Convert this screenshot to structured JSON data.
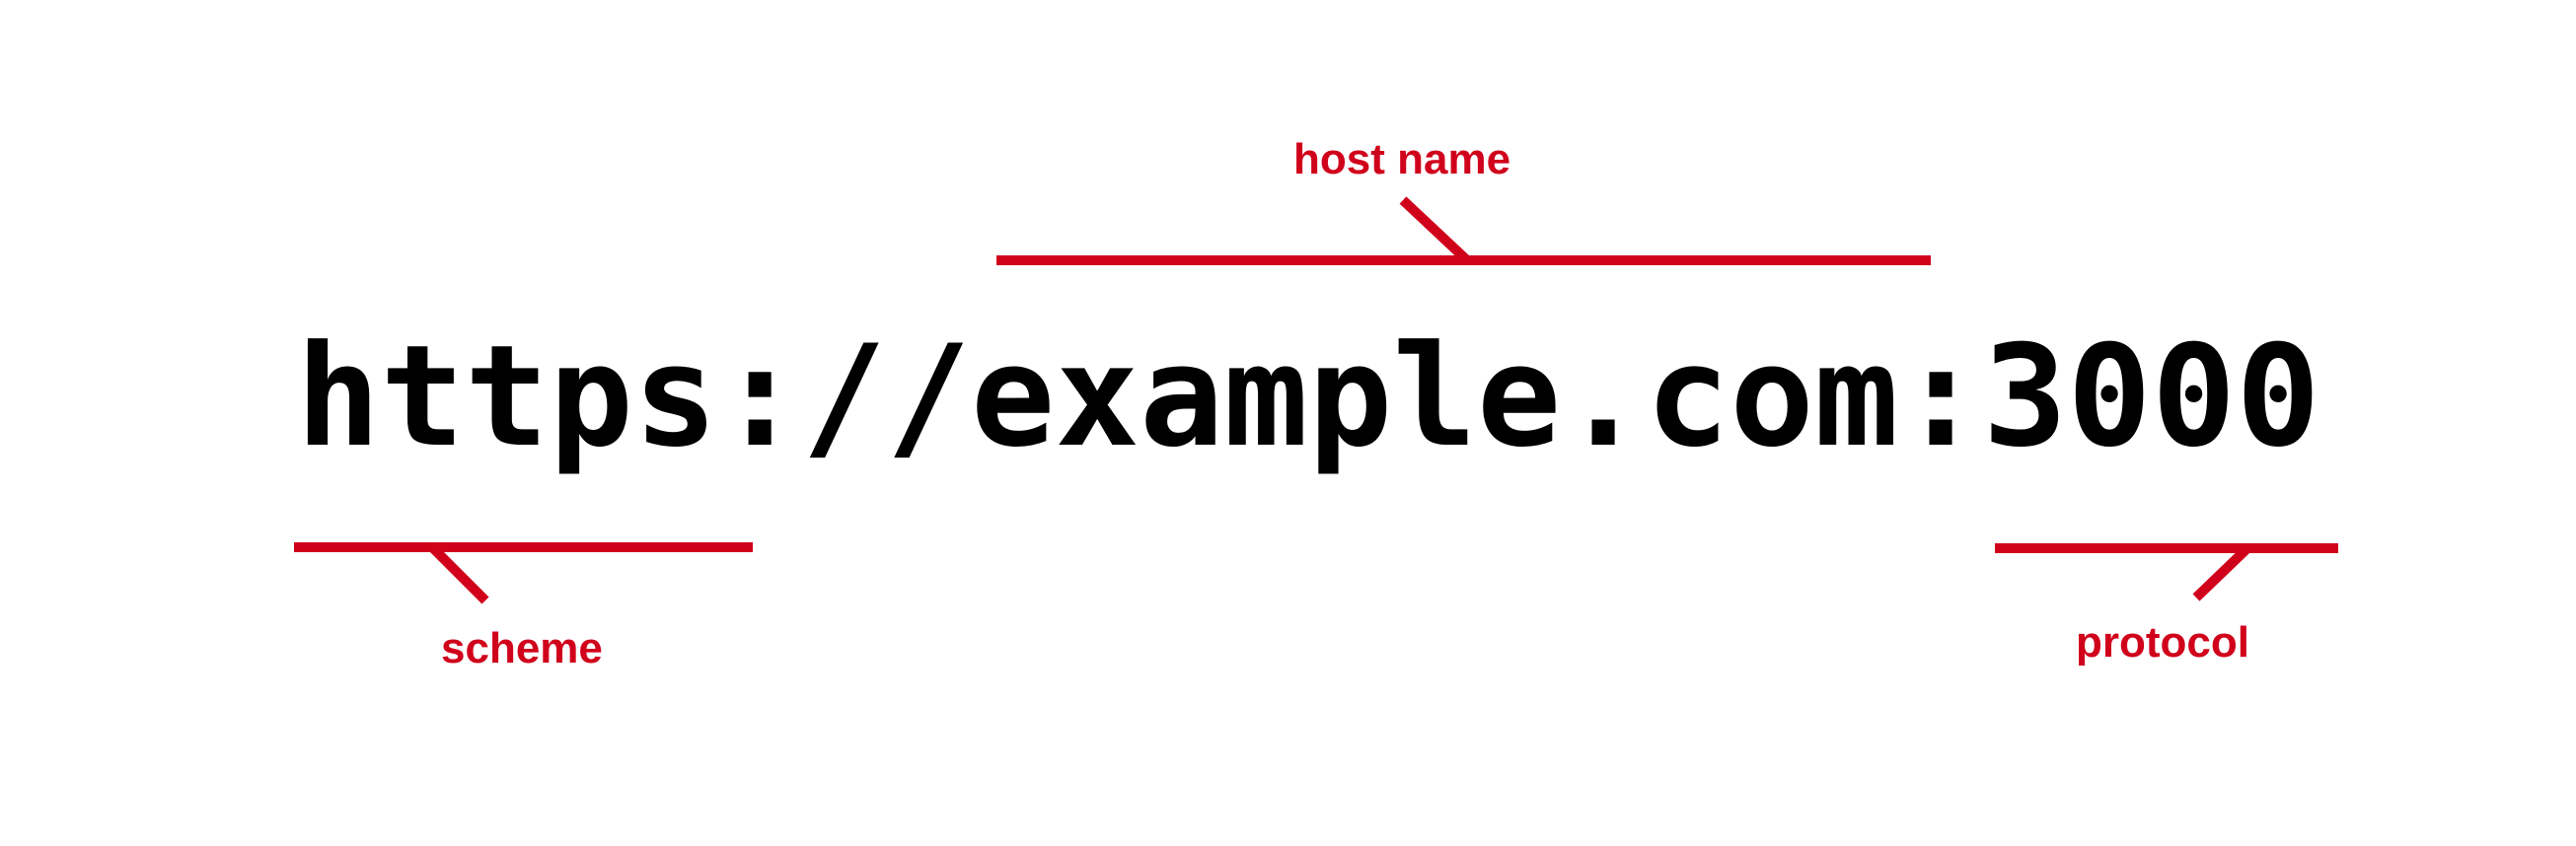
{
  "url": {
    "full": "https://example.com:3000",
    "scheme_part": "https://",
    "host_part": "example.com",
    "port_part": ":3000"
  },
  "annotations": {
    "host": {
      "label": "host name"
    },
    "scheme": {
      "label": "scheme"
    },
    "protocol": {
      "label": "protocol"
    }
  },
  "colors": {
    "accent": "#D0021B",
    "text": "#000000",
    "background": "#FFFFFF"
  }
}
